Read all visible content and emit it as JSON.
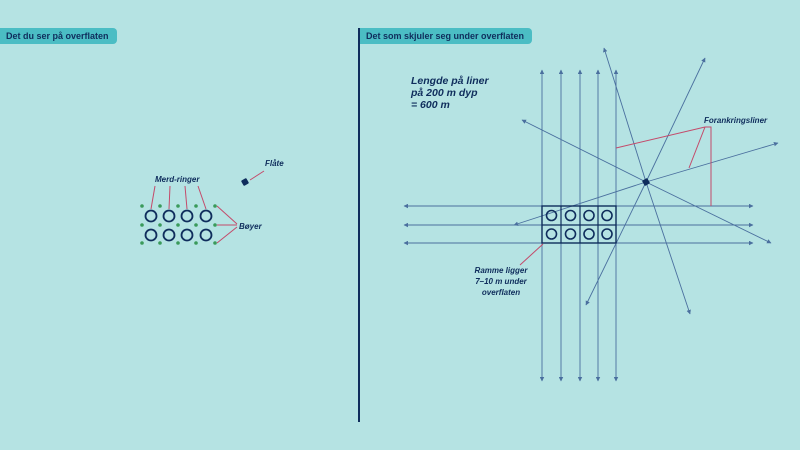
{
  "panels": {
    "left_title": "Det du ser på overflaten",
    "right_title": "Det som skjuler seg under overflaten"
  },
  "labels": {
    "raft": "Flåte",
    "cage_rings": "Merd-ringer",
    "buoys": "Bøyer",
    "line_length": [
      "Lengde på liner",
      "på 200 m dyp",
      "= 600 m"
    ],
    "mooring_lines": "Forankringsliner",
    "frame": [
      "Ramme ligger",
      "7–10 m under",
      "overflaten"
    ]
  },
  "colors": {
    "background": "#b5e3e3",
    "tag": "#4bbdc4",
    "ink": "#0f2d5c",
    "line": "#4a6f9e",
    "leader": "#c44a6a",
    "buoy": "#3a9a5a"
  }
}
